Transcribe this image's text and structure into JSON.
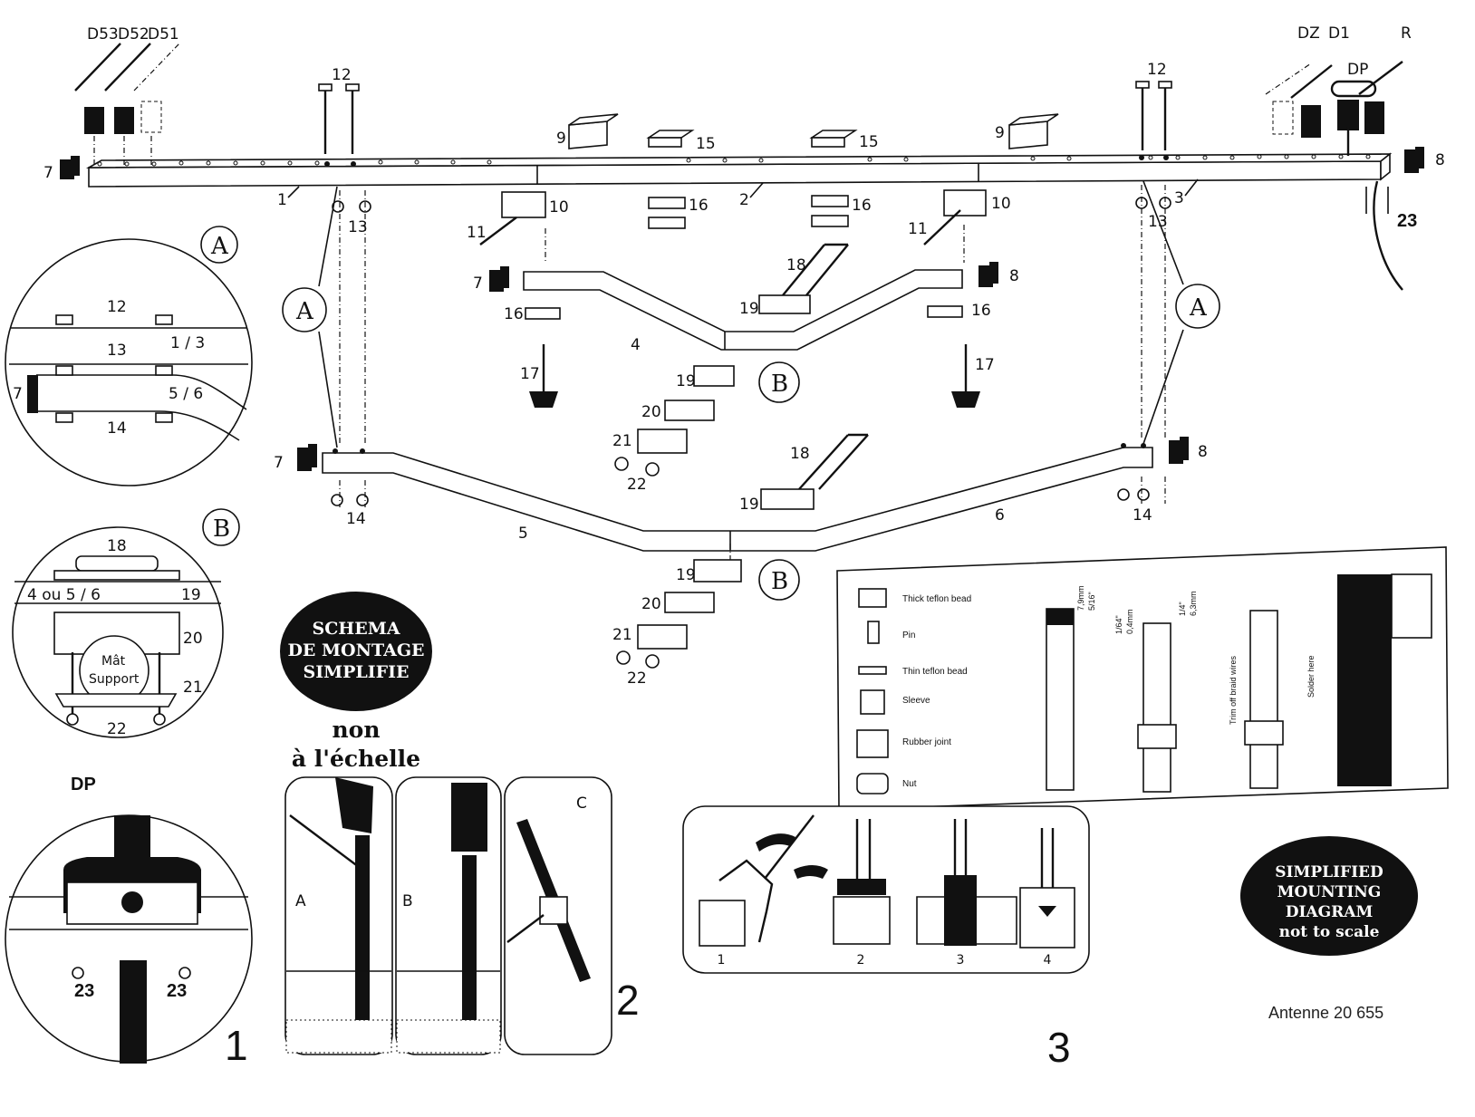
{
  "parts_top": {
    "d53": "D53",
    "d52": "D52",
    "d51": "D51",
    "dz": "DZ",
    "d1": "D1",
    "dp": "DP",
    "r": "R"
  },
  "part_numbers": {
    "n1": "1",
    "n2": "2",
    "n3": "3",
    "n4": "4",
    "n5": "5",
    "n6": "6",
    "n7": "7",
    "n8": "8",
    "n9": "9",
    "n10": "10",
    "n11": "11",
    "n12": "12",
    "n13": "13",
    "n14": "14",
    "n15": "15",
    "n16": "16",
    "n17": "17",
    "n18": "18",
    "n19": "19",
    "n20": "20",
    "n21": "21",
    "n22": "22",
    "n23": "23"
  },
  "callouts": {
    "a": "A",
    "b": "B",
    "c": "C"
  },
  "detail_a": {
    "label_a": "1 / 3",
    "label_b": "5 / 6"
  },
  "detail_b": {
    "label": "4  ou  5 / 6",
    "mast_line1": "Mât",
    "mast_line2": "Support"
  },
  "detail_1": {
    "dp": "DP",
    "number": "1"
  },
  "detail_2": {
    "number": "2"
  },
  "detail_3": {
    "number": "3",
    "steps": [
      "1",
      "2",
      "3",
      "4"
    ]
  },
  "badge_fr": {
    "line1": "SCHEMA",
    "line2": "DE MONTAGE",
    "line3": "SIMPLIFIE",
    "sub1": "non",
    "sub2": "à l'échelle"
  },
  "badge_en": {
    "line1": "SIMPLIFIED",
    "line2": "MOUNTING",
    "line3": "DIAGRAM",
    "line4": "not to scale"
  },
  "connector_legend": {
    "items": [
      "Thick teflon bead",
      "Pin",
      "Thin teflon bead",
      "Sleeve",
      "Rubber joint",
      "Nut"
    ],
    "dims": {
      "d1": "7,9mm",
      "d2": "5/16\"",
      "d3": "1/64\"",
      "d4": "0,4mm",
      "d5": "1/4\"",
      "d6": "6,3mm"
    },
    "notes": {
      "trim": "Trim off braid wires",
      "solder": "Solder here"
    }
  },
  "reference": "Antenne   20 655"
}
